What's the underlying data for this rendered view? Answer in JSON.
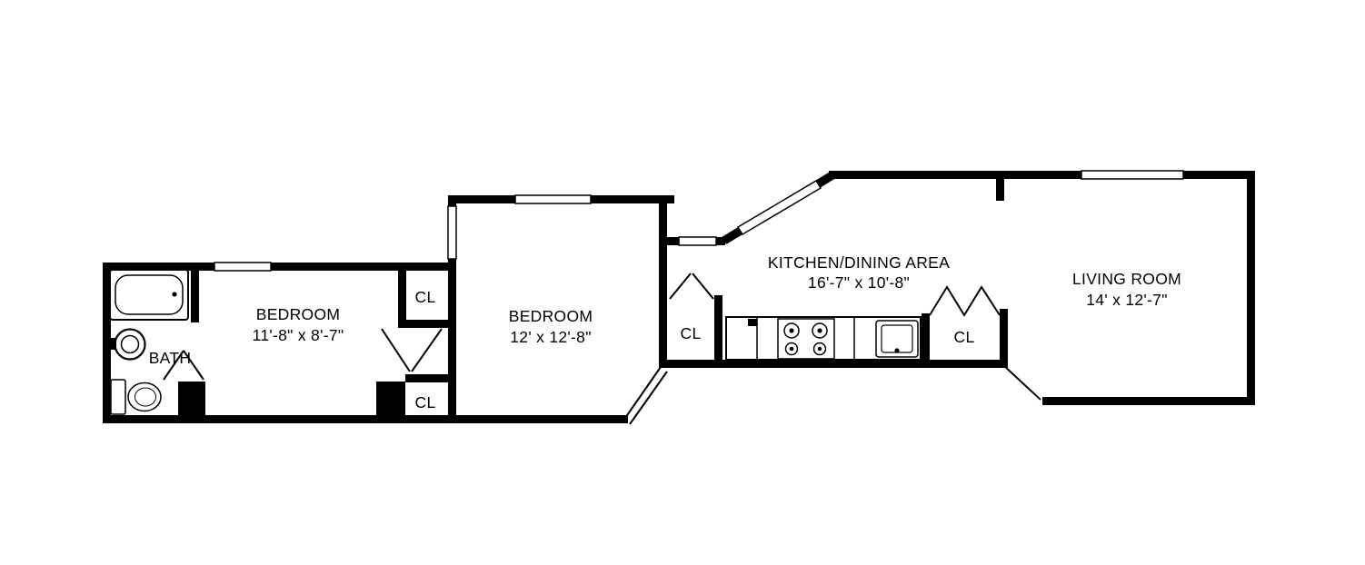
{
  "colors": {
    "wall": "#000000",
    "background": "#ffffff",
    "text": "#000000"
  },
  "rooms": {
    "bath": {
      "label": "BATH"
    },
    "bedroom1": {
      "label": "BEDROOM",
      "dims": "11'-8\" x 8'-7\""
    },
    "closet1": {
      "label": "CL"
    },
    "closet2": {
      "label": "CL"
    },
    "bedroom2": {
      "label": "BEDROOM",
      "dims": "12' x 12'-8\""
    },
    "closet3": {
      "label": "CL"
    },
    "kitchen": {
      "label": "KITCHEN/DINING AREA",
      "dims": "16'-7\" x 10'-8\""
    },
    "closet4": {
      "label": "CL"
    },
    "living_room": {
      "label": "LIVING ROOM",
      "dims": "14' x 12'-7\""
    }
  },
  "fixtures": [
    "bathtub",
    "pedestal-sink",
    "toilet",
    "kitchen-counter",
    "stove",
    "kitchen-sink"
  ]
}
